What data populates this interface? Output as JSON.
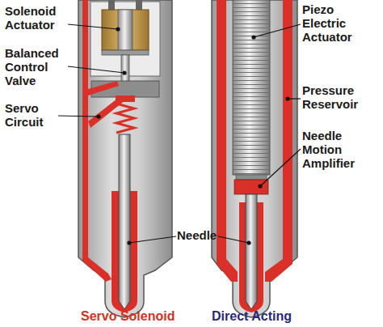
{
  "diagram": {
    "labels": [
      "Solenoid Actuator",
      "Balanced Control Valve",
      "Servo Circuit",
      "Needle",
      "Piezo Electric Actuator",
      "Pressure Reservoir",
      "Needle Motion Amplifier",
      "Servo Solenoid",
      "Direct Acting"
    ]
  }
}
